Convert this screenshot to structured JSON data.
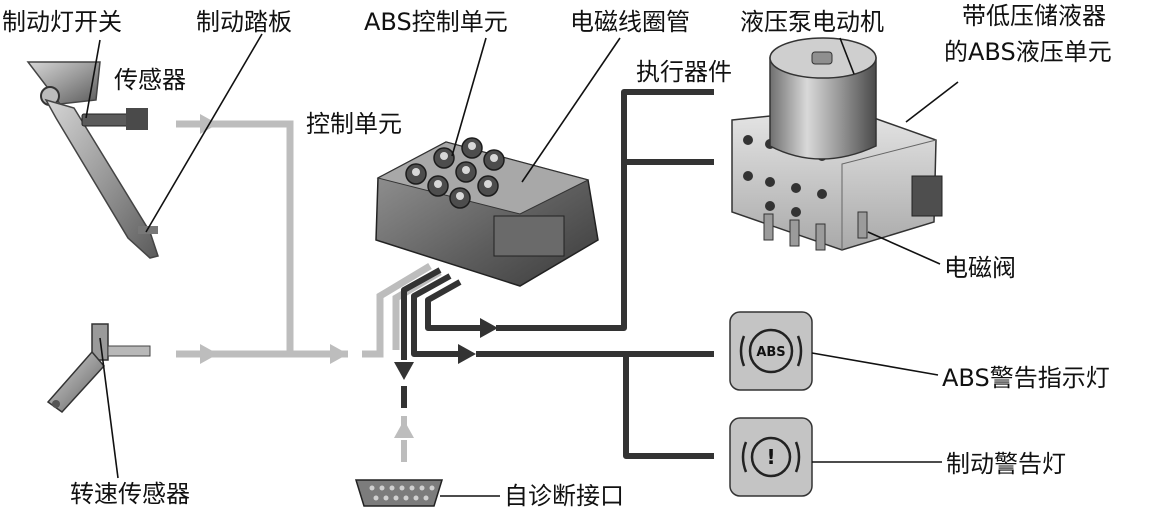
{
  "labels": {
    "brake_light_switch": "制动灯开关",
    "brake_pedal": "制动踏板",
    "abs_control_unit": "ABS控制单元",
    "solenoid_coil": "电磁线圈管",
    "pump_motor": "液压泵电动机",
    "abs_hydraulic_unit_line1": "带低压储液器",
    "abs_hydraulic_unit_line2": "的ABS液压单元",
    "sensor": "传感器",
    "control_unit": "控制单元",
    "actuator": "执行器件",
    "solenoid_valve": "电磁阀",
    "abs_warning_lamp": "ABS警告指示灯",
    "brake_warning_lamp": "制动警告灯",
    "wheel_speed_sensor": "转速传感器",
    "diagnostic_port": "自诊断接口"
  },
  "badges": {
    "abs_text": "ABS",
    "brake_symbol": "!"
  },
  "colors": {
    "sensor_flow": "#bdbdbd",
    "signal_dark": "#333333",
    "lamp_fill": "#c4c4c4",
    "device_gray": "#8a8a8a"
  }
}
